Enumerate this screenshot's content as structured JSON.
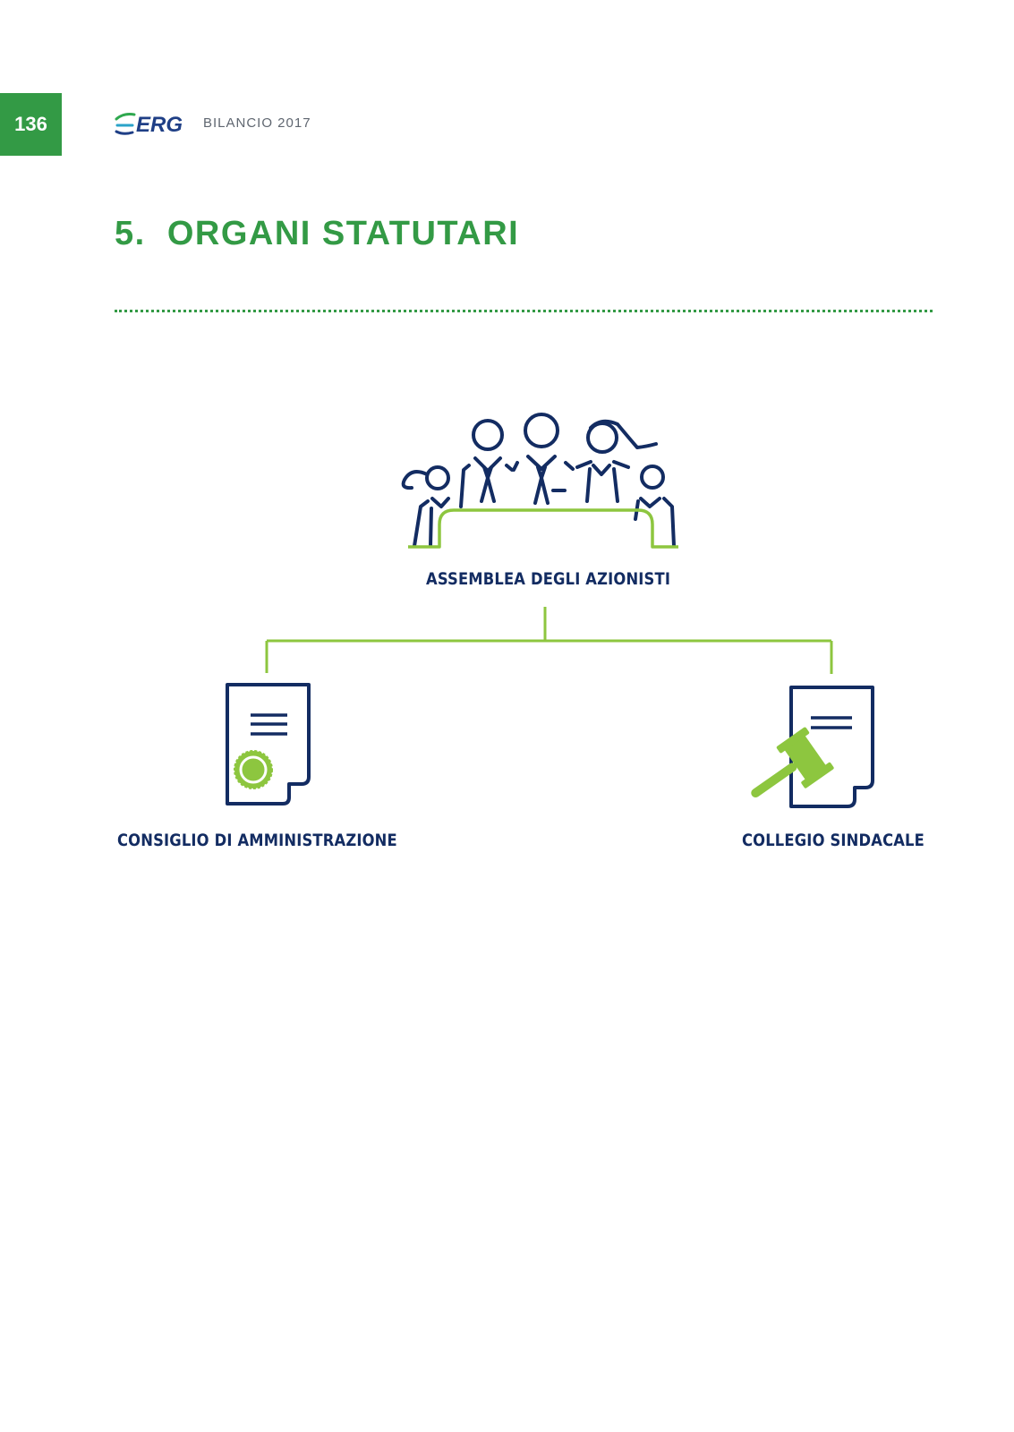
{
  "header": {
    "page_number": "136",
    "logo_text": "ERG",
    "report_title": "BILANCIO 2017"
  },
  "section": {
    "number": "5.",
    "title": "ORGANI STATUTARI"
  },
  "org_chart": {
    "root": {
      "label": "ASSEMBLEA DEGLI AZIONISTI",
      "icon": "shareholders-meeting-icon"
    },
    "children": [
      {
        "label": "CONSIGLIO DI AMMINISTRAZIONE",
        "icon": "certificate-document-icon"
      },
      {
        "label": "COLLEGIO SINDACALE",
        "icon": "gavel-document-icon"
      }
    ]
  },
  "colors": {
    "brand_green": "#339a45",
    "accent_green": "#8dc63f",
    "navy": "#132c62"
  }
}
